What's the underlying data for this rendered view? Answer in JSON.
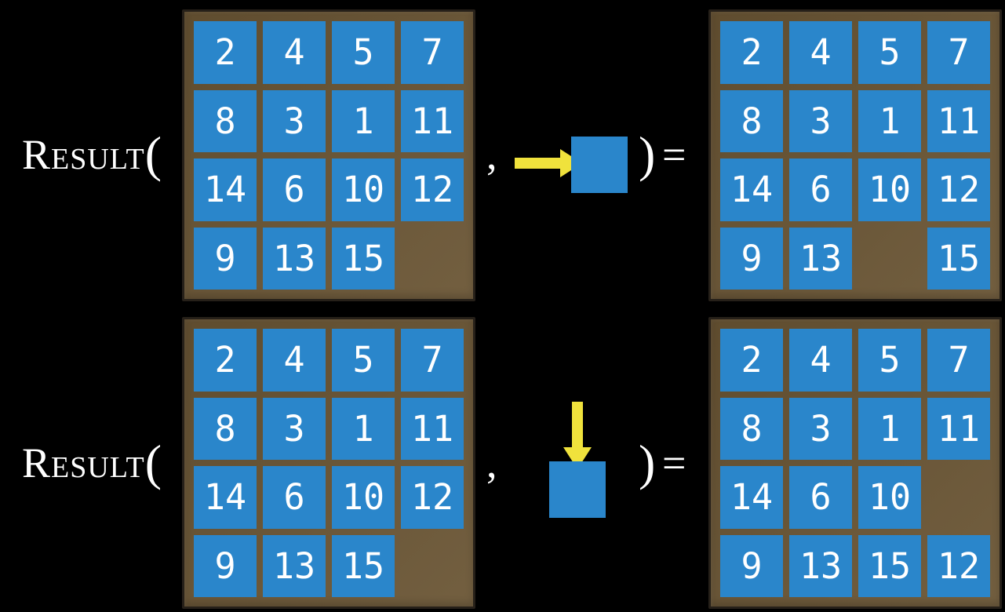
{
  "colors": {
    "page_bg": "#000000",
    "board_brown": "#6A5534",
    "board_border": "#262019",
    "tile_blue": "#2A86CB",
    "arrow_yellow": "#F0E23C",
    "number_white": "#FFFFFF",
    "label_white": "#FFFFFF"
  },
  "function": {
    "name": "Result",
    "open_paren": "(",
    "close_paren": ")",
    "comma": ",",
    "equals": "="
  },
  "examples": [
    {
      "id": "move-right",
      "action": "right",
      "input_board": [
        [
          "2",
          "4",
          "5",
          "7"
        ],
        [
          "8",
          "3",
          "1",
          "11"
        ],
        [
          "14",
          "6",
          "10",
          "12"
        ],
        [
          "9",
          "13",
          "15",
          ""
        ]
      ],
      "output_board": [
        [
          "2",
          "4",
          "5",
          "7"
        ],
        [
          "8",
          "3",
          "1",
          "11"
        ],
        [
          "14",
          "6",
          "10",
          "12"
        ],
        [
          "9",
          "13",
          "",
          "15"
        ]
      ]
    },
    {
      "id": "move-down",
      "action": "down",
      "input_board": [
        [
          "2",
          "4",
          "5",
          "7"
        ],
        [
          "8",
          "3",
          "1",
          "11"
        ],
        [
          "14",
          "6",
          "10",
          "12"
        ],
        [
          "9",
          "13",
          "15",
          ""
        ]
      ],
      "output_board": [
        [
          "2",
          "4",
          "5",
          "7"
        ],
        [
          "8",
          "3",
          "1",
          "11"
        ],
        [
          "14",
          "6",
          "10",
          ""
        ],
        [
          "9",
          "13",
          "15",
          "12"
        ]
      ]
    }
  ]
}
